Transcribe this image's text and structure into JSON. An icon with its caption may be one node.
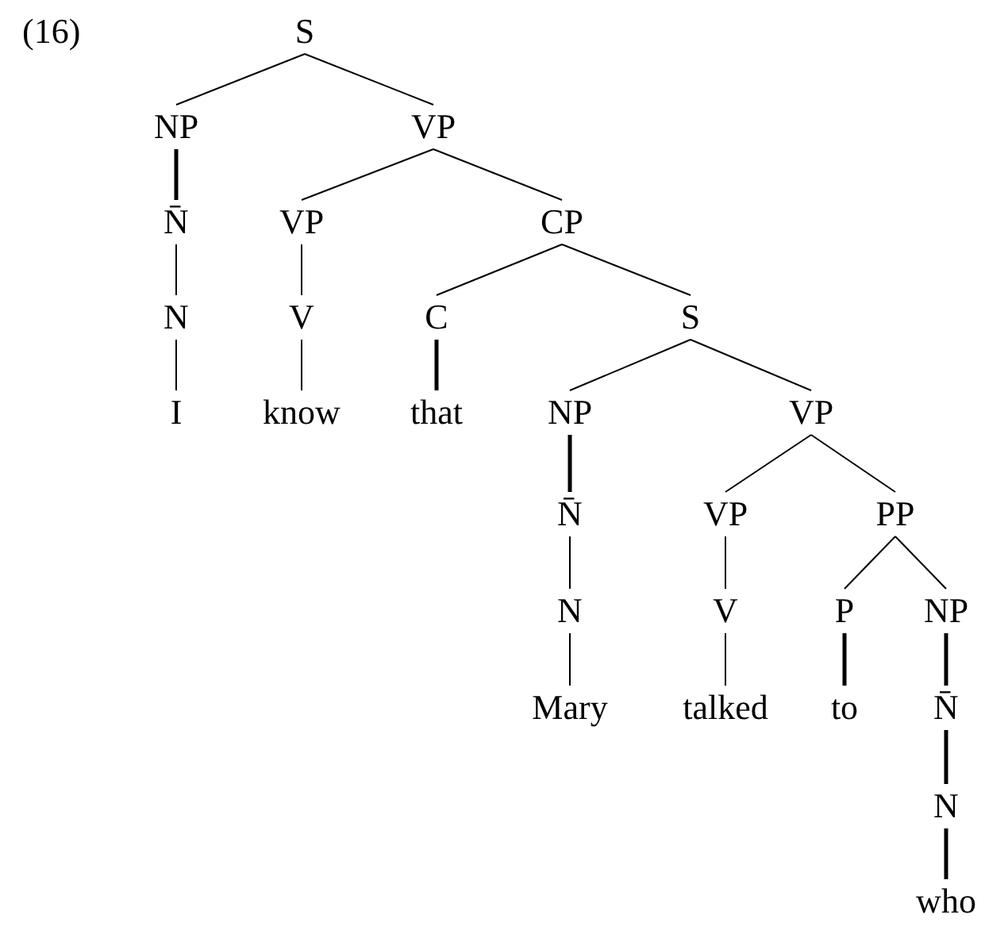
{
  "diagram": {
    "nodes": [
      {
        "text": [
          "S"
        ]
      },
      {
        "text": [
          "NP"
        ]
      },
      {
        "text": [
          "VP"
        ]
      },
      {
        "text": [
          "N̄"
        ]
      },
      {
        "text": [
          "VP"
        ]
      },
      {
        "text": [
          "CP"
        ]
      },
      {
        "text": [
          "N"
        ]
      },
      {
        "text": [
          "V"
        ]
      },
      {
        "text": [
          "C"
        ]
      },
      {
        "text": [
          "S"
        ]
      },
      {
        "text": [
          "I"
        ]
      },
      {
        "text": [
          "know"
        ]
      },
      {
        "text": [
          "that"
        ]
      },
      {
        "text": [
          "NP"
        ]
      },
      {
        "text": [
          "VP"
        ]
      },
      {
        "text": [
          "N̄"
        ]
      },
      {
        "text": [
          "VP"
        ]
      },
      {
        "text": [
          "PP"
        ]
      },
      {
        "text": [
          "N"
        ]
      },
      {
        "text": [
          "V"
        ]
      },
      {
        "text": [
          "P"
        ]
      },
      {
        "text": [
          "NP"
        ]
      },
      {
        "text": [
          "Mary"
        ]
      },
      {
        "text": [
          "talked"
        ]
      },
      {
        "text": [
          "to"
        ]
      },
      {
        "text": [
          "N̄"
        ]
      },
      {
        "text": [
          "N"
        ]
      },
      {
        "text": [
          "who"
        ]
      }
    ],
    "edges": [
      {
        "from": 0,
        "to": 1,
        "arrow": "none"
      },
      {
        "from": 0,
        "to": 2,
        "arrow": "none"
      },
      {
        "from": 1,
        "to": 3,
        "arrow": "none",
        "style": "thick"
      },
      {
        "from": 2,
        "to": 4,
        "arrow": "none"
      },
      {
        "from": 2,
        "to": 5,
        "arrow": "none"
      },
      {
        "from": 3,
        "to": 6,
        "arrow": "none"
      },
      {
        "from": 4,
        "to": 7,
        "arrow": "none"
      },
      {
        "from": 5,
        "to": 8,
        "arrow": "none"
      },
      {
        "from": 5,
        "to": 9,
        "arrow": "none"
      },
      {
        "from": 6,
        "to": 10,
        "arrow": "none"
      },
      {
        "from": 7,
        "to": 11,
        "arrow": "none"
      },
      {
        "from": 8,
        "to": 12,
        "arrow": "none",
        "style": "thick"
      },
      {
        "from": 9,
        "to": 13,
        "arrow": "none"
      },
      {
        "from": 9,
        "to": 14,
        "arrow": "none"
      },
      {
        "from": 13,
        "to": 15,
        "arrow": "none",
        "style": "thick"
      },
      {
        "from": 14,
        "to": 16,
        "arrow": "none"
      },
      {
        "from": 14,
        "to": 17,
        "arrow": "none"
      },
      {
        "from": 15,
        "to": 18,
        "arrow": "none"
      },
      {
        "from": 16,
        "to": 19,
        "arrow": "none"
      },
      {
        "from": 17,
        "to": 20,
        "arrow": "none"
      },
      {
        "from": 17,
        "to": 21,
        "arrow": "none"
      },
      {
        "from": 18,
        "to": 22,
        "arrow": "none"
      },
      {
        "from": 19,
        "to": 23,
        "arrow": "none"
      },
      {
        "from": 20,
        "to": 24,
        "arrow": "none",
        "style": "thick"
      },
      {
        "from": 21,
        "to": 25,
        "arrow": "none",
        "style": "thick"
      },
      {
        "from": 25,
        "to": 26,
        "arrow": "none",
        "style": "thick"
      },
      {
        "from": 26,
        "to": 27,
        "arrow": "none",
        "style": "thick"
      }
    ],
    "labels": [
      "(16)"
    ]
  }
}
